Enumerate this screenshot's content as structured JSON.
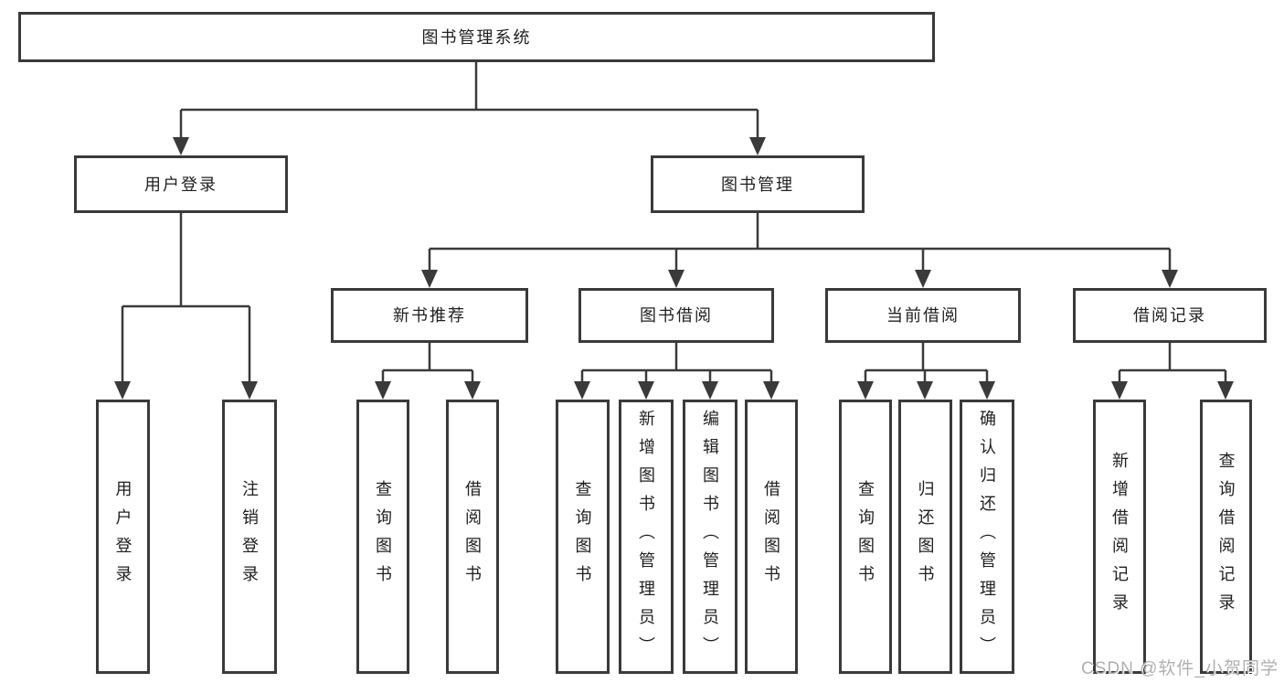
{
  "tree": {
    "label": "图书管理系统",
    "children": [
      {
        "label": "用户登录",
        "children": [
          {
            "label": "用户登录"
          },
          {
            "label": "注销登录"
          }
        ]
      },
      {
        "label": "图书管理",
        "children": [
          {
            "label": "新书推荐",
            "children": [
              {
                "label": "查询图书"
              },
              {
                "label": "借阅图书"
              }
            ]
          },
          {
            "label": "图书借阅",
            "children": [
              {
                "label": "查询图书"
              },
              {
                "label": "新增图书（管理员）"
              },
              {
                "label": "编辑图书（管理员）"
              },
              {
                "label": "借阅图书"
              }
            ]
          },
          {
            "label": "当前借阅",
            "children": [
              {
                "label": "查询图书"
              },
              {
                "label": "归还图书"
              },
              {
                "label": "确认归还（管理员）"
              }
            ]
          },
          {
            "label": "借阅记录",
            "children": [
              {
                "label": "新增借阅记录"
              },
              {
                "label": "查询借阅记录"
              }
            ]
          }
        ]
      }
    ]
  },
  "watermark": {
    "text": "CSDN @软件_小贺同学"
  },
  "colors": {
    "line": "#3a3a3a",
    "box_border": "#3a3a3a",
    "text": "#1f1f1f",
    "watermark": "#b0b0b0",
    "background": "#ffffff"
  }
}
